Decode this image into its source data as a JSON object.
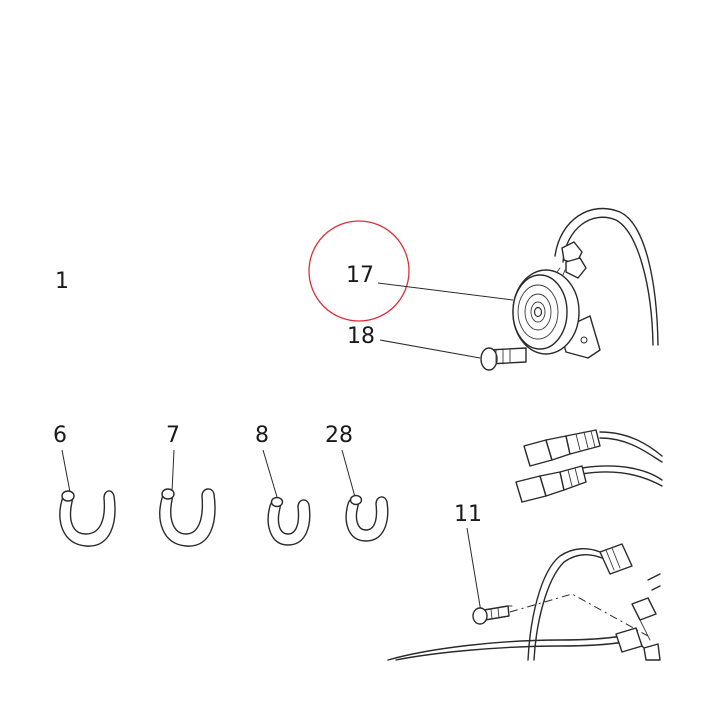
{
  "diagram": {
    "highlight_color": "#d9323a",
    "callouts": {
      "edge_partial_left": "1",
      "clip_6_partial": "6",
      "clip_7": "7",
      "clip_8": "8",
      "clip_28": "28",
      "horn_17": "17",
      "bolt_18": "18",
      "screw_11": "11"
    }
  }
}
